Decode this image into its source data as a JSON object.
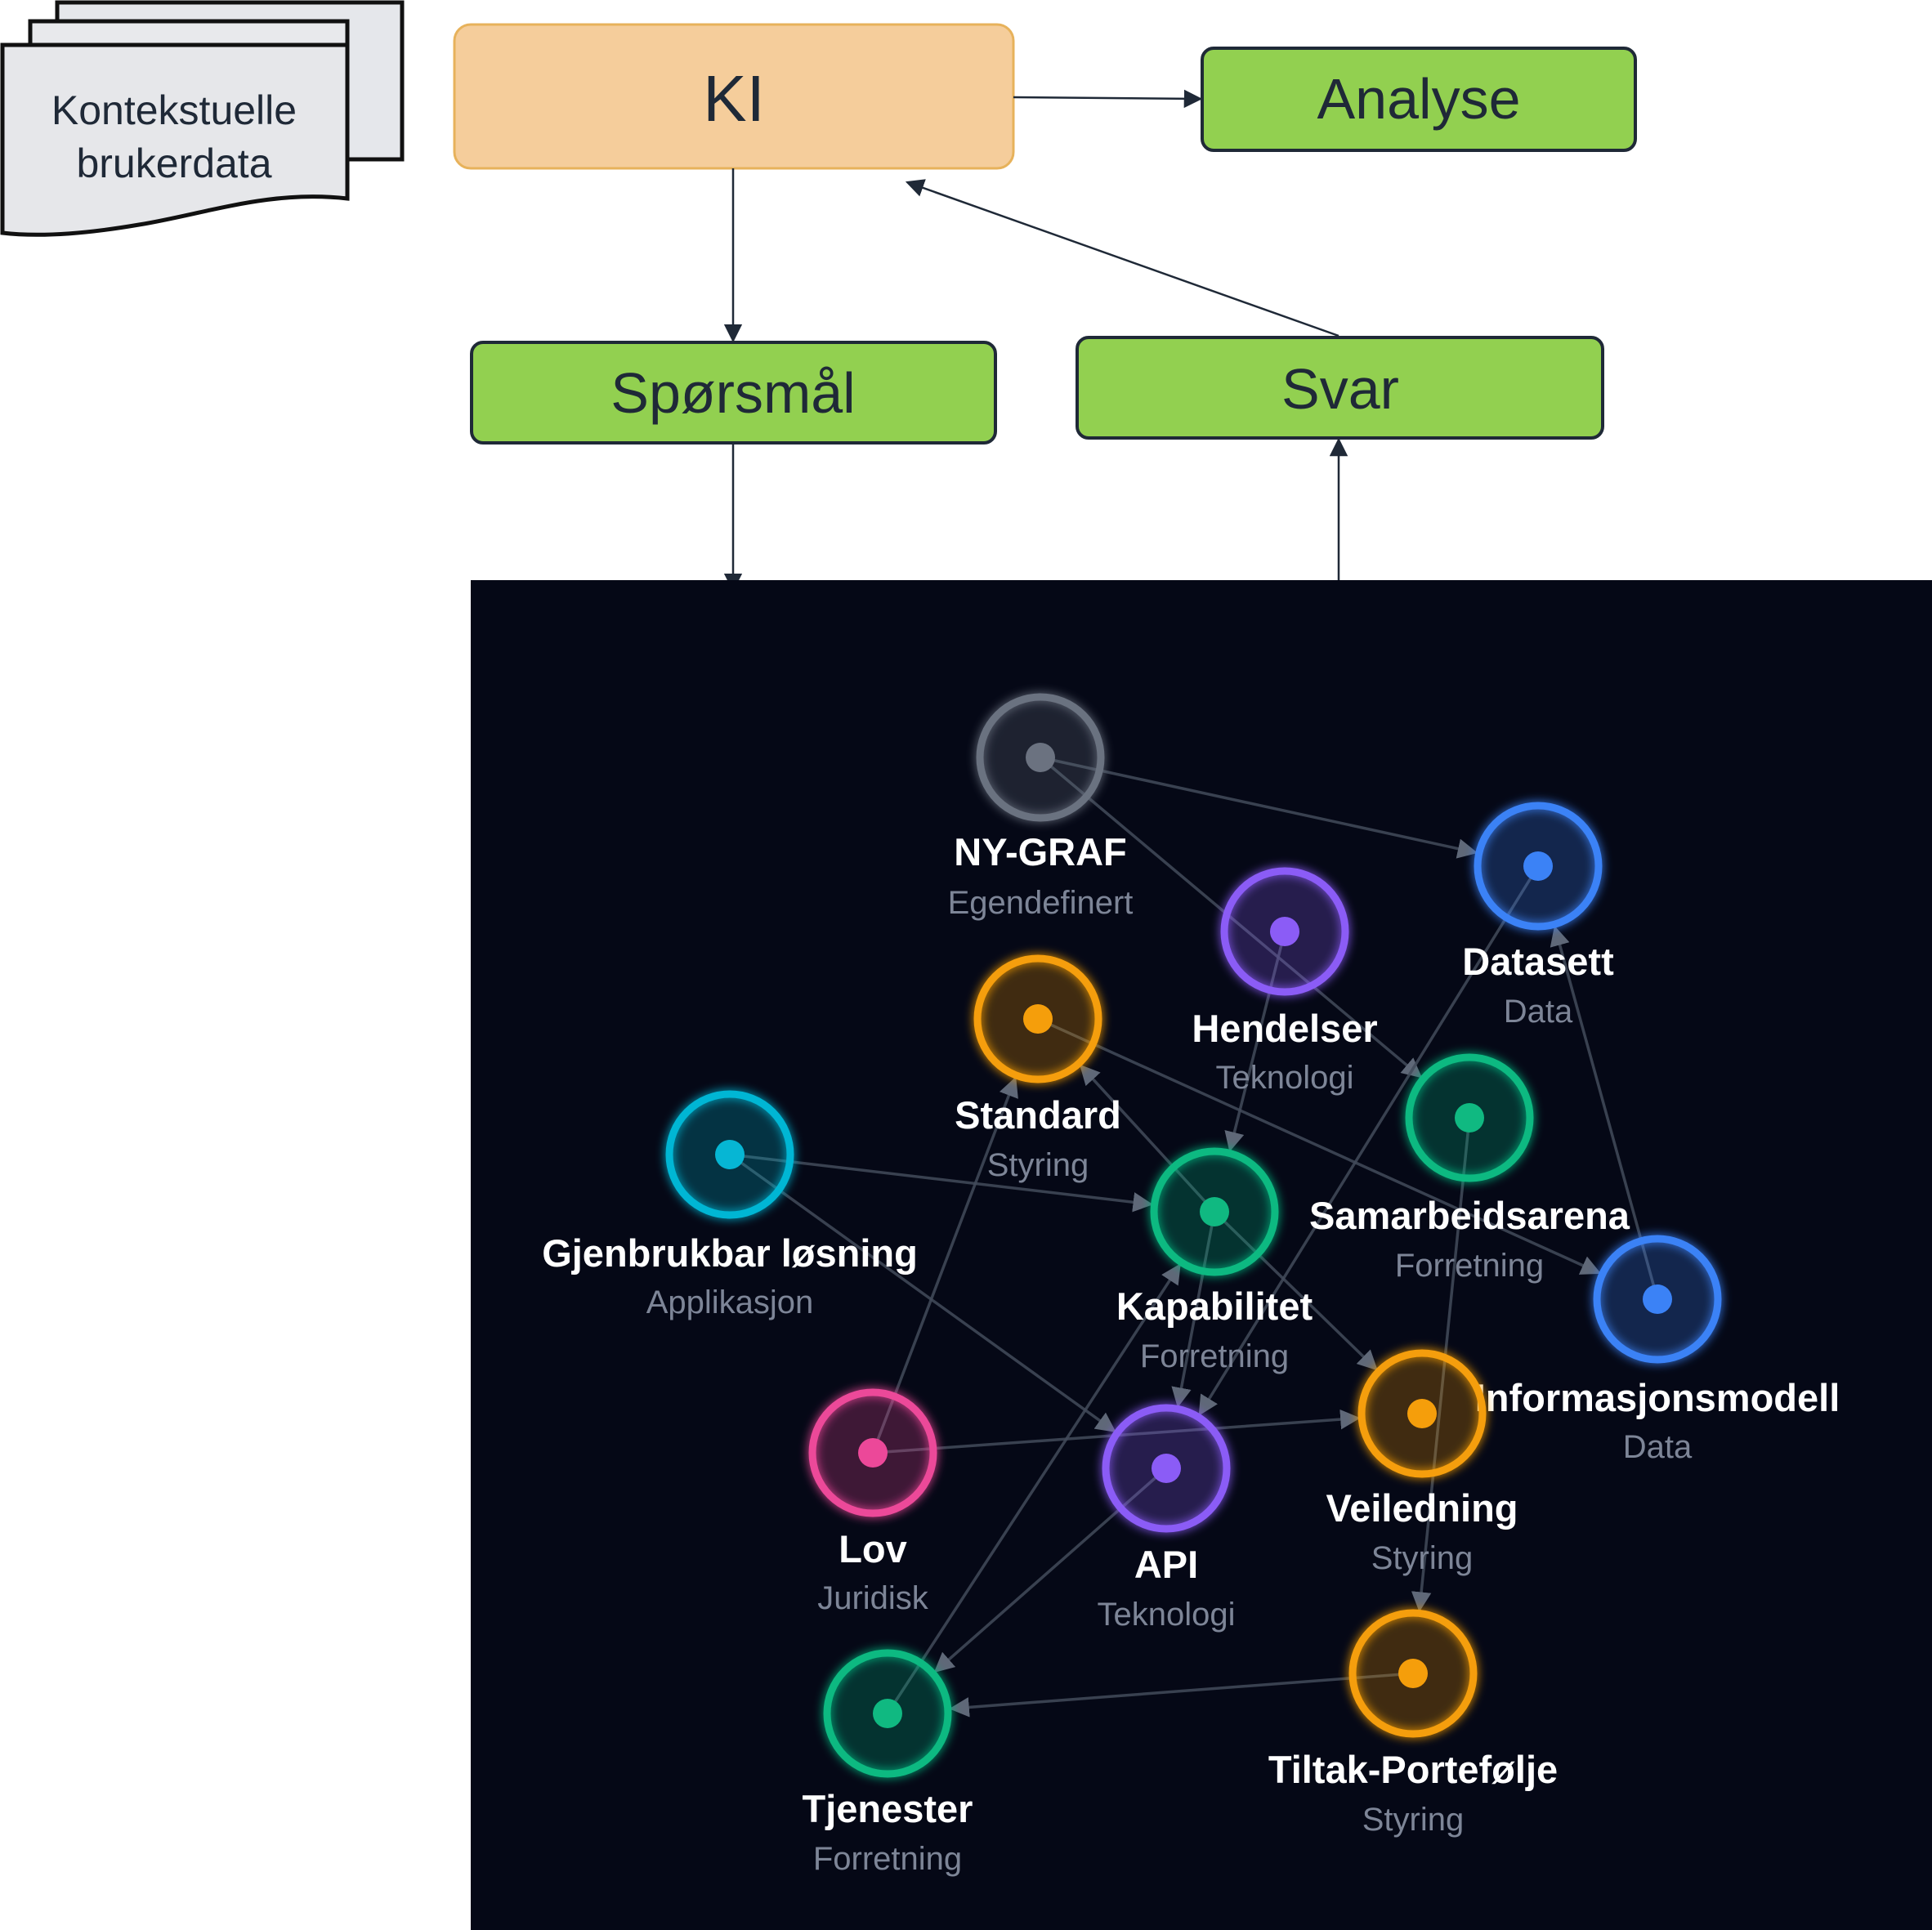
{
  "context_docs": {
    "line1": "Kontekstuelle",
    "line2": "brukerdata"
  },
  "ki": {
    "label": "KI",
    "color": "#f5cd9b"
  },
  "boxes": {
    "analyse": "Analyse",
    "sporsmal": "Spørsmål",
    "svar": "Svar",
    "color": "#92d050"
  },
  "graph": {
    "background": "#050816",
    "nodes": [
      {
        "id": "ny-graf",
        "title": "NY-GRAF",
        "subtitle": "Egendefinert",
        "color": "#6b7280"
      },
      {
        "id": "datasett",
        "title": "Datasett",
        "subtitle": "Data",
        "color": "#3b82f6"
      },
      {
        "id": "hendelser",
        "title": "Hendelser",
        "subtitle": "Teknologi",
        "color": "#8b5cf6"
      },
      {
        "id": "standard",
        "title": "Standard",
        "subtitle": "Styring",
        "color": "#f59e0b"
      },
      {
        "id": "samarbeidsarena",
        "title": "Samarbeidsarena",
        "subtitle": "Forretning",
        "color": "#10b981"
      },
      {
        "id": "gjenbrukbar",
        "title": "Gjenbrukbar løsning",
        "subtitle": "Applikasjon",
        "color": "#06b6d4"
      },
      {
        "id": "kapabilitet",
        "title": "Kapabilitet",
        "subtitle": "Forretning",
        "color": "#10b981"
      },
      {
        "id": "informasjonsmodell",
        "title": "Informasjonsmodell",
        "subtitle": "Data",
        "color": "#3b82f6"
      },
      {
        "id": "lov",
        "title": "Lov",
        "subtitle": "Juridisk",
        "color": "#ec4899"
      },
      {
        "id": "api",
        "title": "API",
        "subtitle": "Teknologi",
        "color": "#8b5cf6"
      },
      {
        "id": "veiledning",
        "title": "Veiledning",
        "subtitle": "Styring",
        "color": "#f59e0b"
      },
      {
        "id": "tiltak",
        "title": "Tiltak-Portefølje",
        "subtitle": "Styring",
        "color": "#f59e0b"
      },
      {
        "id": "tjenester",
        "title": "Tjenester",
        "subtitle": "Forretning",
        "color": "#10b981"
      }
    ],
    "edges": [
      [
        "ny-graf",
        "datasett"
      ],
      [
        "ny-graf",
        "samarbeidsarena"
      ],
      [
        "hendelser",
        "kapabilitet"
      ],
      [
        "standard",
        "informasjonsmodell"
      ],
      [
        "kapabilitet",
        "standard"
      ],
      [
        "gjenbrukbar",
        "kapabilitet"
      ],
      [
        "gjenbrukbar",
        "api"
      ],
      [
        "kapabilitet",
        "veiledning"
      ],
      [
        "kapabilitet",
        "api"
      ],
      [
        "datasett",
        "api"
      ],
      [
        "informasjonsmodell",
        "datasett"
      ],
      [
        "lov",
        "standard"
      ],
      [
        "lov",
        "veiledning"
      ],
      [
        "api",
        "tjenester"
      ],
      [
        "tjenester",
        "kapabilitet"
      ],
      [
        "tiltak",
        "tjenester"
      ],
      [
        "samarbeidsarena",
        "tiltak"
      ]
    ]
  }
}
